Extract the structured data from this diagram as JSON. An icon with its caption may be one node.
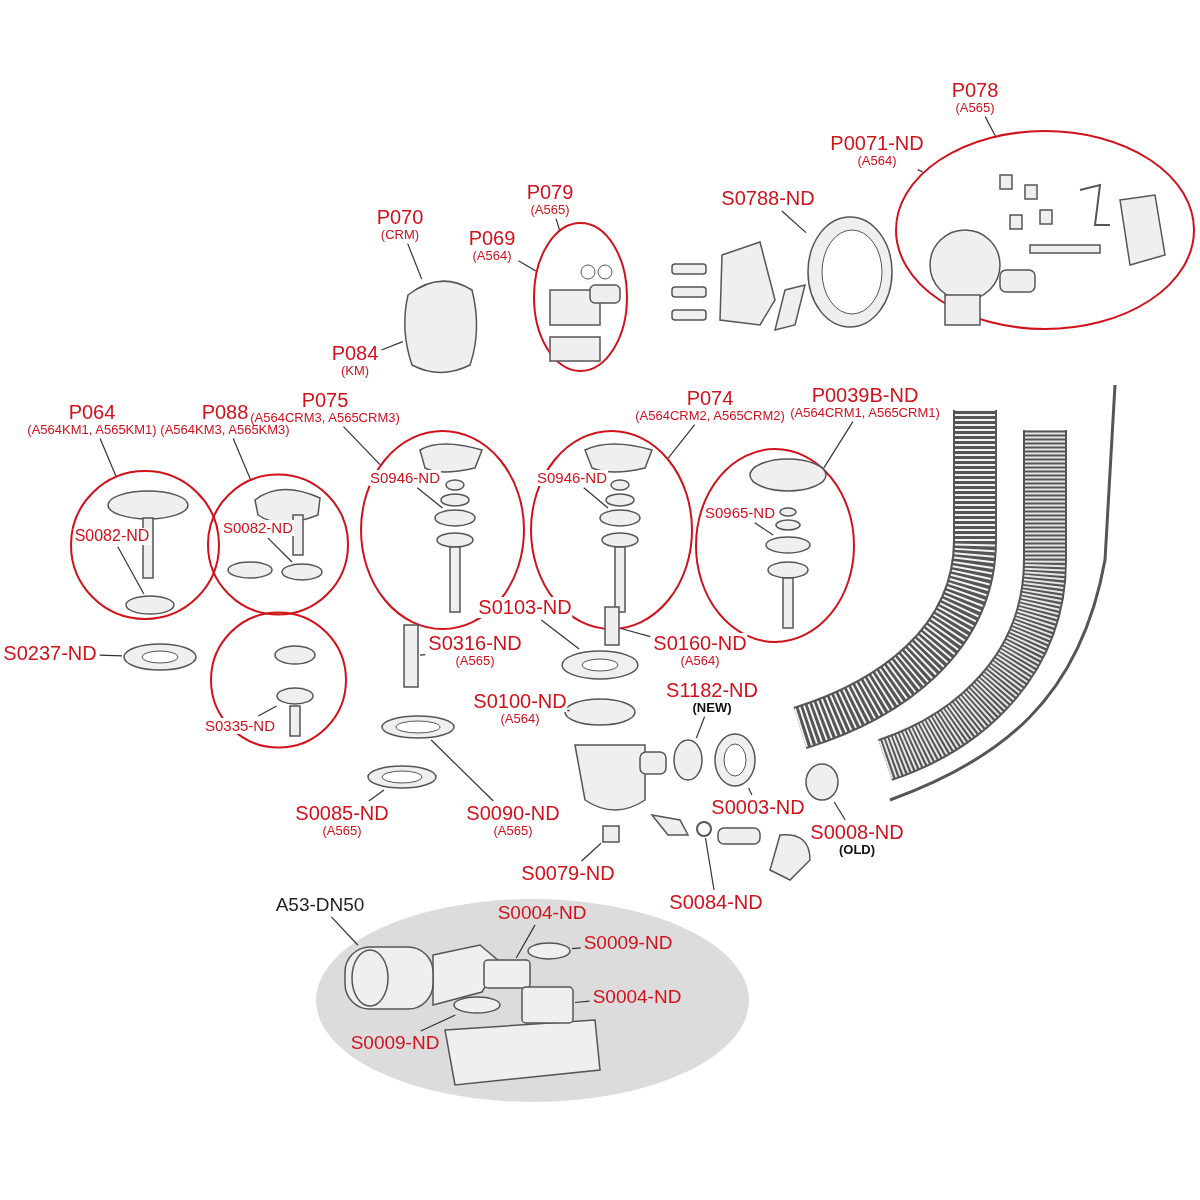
{
  "diagram": {
    "nodes": [
      {
        "text": [],
        "shape": "circle"
      },
      {
        "text": [],
        "shape": "circle"
      },
      {
        "text": [],
        "shape": "circle"
      },
      {
        "text": [],
        "shape": "ellipse"
      },
      {
        "text": [],
        "shape": "ellipse"
      },
      {
        "text": [],
        "shape": "ellipse"
      },
      {
        "text": [],
        "shape": "ellipse"
      },
      {
        "text": [],
        "shape": "ellipse"
      },
      {
        "text": [],
        "shape": "ellipse"
      },
      {
        "text": [
          "P078",
          "(A565)"
        ]
      },
      {
        "text": [
          "P0071-ND",
          "(A564)"
        ]
      },
      {
        "text": [
          "P079",
          "(A565)"
        ]
      },
      {
        "text": [
          "P070",
          "(CRM)"
        ]
      },
      {
        "text": [
          "S0788-ND"
        ]
      },
      {
        "text": [
          "P069",
          "(A564)"
        ]
      },
      {
        "text": [
          "P084",
          "(KM)"
        ]
      },
      {
        "text": [
          "P064",
          "(A564KM1, A565KM1)"
        ]
      },
      {
        "text": [
          "P088",
          "(A564KM3, A565KM3)"
        ]
      },
      {
        "text": [
          "P075",
          "(A564CRM3, A565CRM3)"
        ]
      },
      {
        "text": [
          "P074",
          "(A564CRM2, A565CRM2)"
        ]
      },
      {
        "text": [
          "P0039B-ND",
          "(A564CRM1, A565CRM1)"
        ]
      },
      {
        "text": [
          "S0946-ND"
        ],
        "in": 3
      },
      {
        "text": [
          "S0946-ND"
        ],
        "in": 6
      },
      {
        "text": [
          "S0082-ND"
        ],
        "in": 0
      },
      {
        "text": [
          "S0082-ND"
        ],
        "in": 1
      },
      {
        "text": [
          "S0965-ND"
        ],
        "in": 7
      },
      {
        "text": [
          "S0335-ND"
        ],
        "in": 2
      },
      {
        "text": [
          "S0103-ND"
        ]
      },
      {
        "text": [
          "S0237-ND"
        ]
      },
      {
        "text": [
          "S0316-ND",
          "(A565)"
        ]
      },
      {
        "text": [
          "S0160-ND",
          "(A564)"
        ]
      },
      {
        "text": [
          "S0100-ND",
          "(A564)"
        ]
      },
      {
        "text": [
          "S1182-ND",
          "(NEW)"
        ]
      },
      {
        "text": [
          "S0003-ND"
        ]
      },
      {
        "text": [
          "S0085-ND",
          "(A565)"
        ]
      },
      {
        "text": [
          "S0090-ND",
          "(A565)"
        ]
      },
      {
        "text": [
          "S0008-ND",
          "(OLD)"
        ]
      },
      {
        "text": [
          "S0079-ND"
        ]
      },
      {
        "text": [
          "S0084-ND"
        ]
      },
      {
        "text": [
          "A53-DN50"
        ]
      },
      {
        "text": [
          "S0004-ND"
        ],
        "in": 4
      },
      {
        "text": [
          "S0009-ND"
        ],
        "in": 4
      },
      {
        "text": [
          "S0004-ND"
        ],
        "in": 4
      },
      {
        "text": [
          "S0009-ND"
        ],
        "in": 4
      },
      {
        "text": [],
        "shape": "ring",
        "in": 0
      },
      {
        "text": [],
        "shape": "washer"
      },
      {
        "text": [],
        "shape": "ring",
        "in": 2
      },
      {
        "text": [],
        "shape": "ring",
        "in": 1
      },
      {
        "text": [],
        "shape": "pipe",
        "in": 4
      },
      {
        "text": [],
        "shape": "washer"
      },
      {
        "text": [],
        "shape": "screw"
      },
      {
        "text": [],
        "shape": "washer"
      },
      {
        "text": [],
        "shape": "cap"
      },
      {
        "text": [],
        "shape": "ring",
        "in": 3
      },
      {
        "text": [],
        "shape": "ring",
        "in": 4
      },
      {
        "text": [],
        "shape": "nut",
        "in": 4
      },
      {
        "text": [],
        "shape": "nut",
        "in": 4
      },
      {
        "text": [],
        "shape": "ring",
        "in": 4
      },
      {
        "text": [],
        "shape": "washer"
      },
      {
        "text": [],
        "shape": "ring"
      },
      {
        "text": [],
        "shape": "nut"
      },
      {
        "text": [],
        "shape": "screw"
      },
      {
        "text": [],
        "shape": "ring",
        "in": 6
      },
      {
        "text": [],
        "shape": "ring"
      },
      {
        "text": [],
        "shape": "ring"
      },
      {
        "text": [],
        "shape": "nut"
      },
      {
        "text": [],
        "shape": "ring",
        "in": 7
      },
      {
        "text": [],
        "shape": "ring"
      },
      {
        "text": [],
        "shape": "ring"
      }
    ],
    "edges": [
      {
        "from": 9,
        "to": 8,
        "arrow": "none"
      },
      {
        "from": 10,
        "to": 8,
        "arrow": "none"
      },
      {
        "from": 11,
        "to": 5,
        "arrow": "none"
      },
      {
        "from": 12,
        "to": 52,
        "arrow": "none"
      },
      {
        "from": 13,
        "to": 68,
        "arrow": "none"
      },
      {
        "from": 14,
        "to": 5,
        "arrow": "none"
      },
      {
        "from": 15,
        "to": 52,
        "arrow": "none"
      },
      {
        "from": 16,
        "to": 0,
        "arrow": "none"
      },
      {
        "from": 17,
        "to": 1,
        "arrow": "none"
      },
      {
        "from": 18,
        "to": 3,
        "arrow": "none"
      },
      {
        "from": 19,
        "to": 6,
        "arrow": "none"
      },
      {
        "from": 20,
        "to": 7,
        "arrow": "none"
      },
      {
        "from": 21,
        "to": 53,
        "arrow": "none"
      },
      {
        "from": 22,
        "to": 62,
        "arrow": "none"
      },
      {
        "from": 23,
        "to": 44,
        "arrow": "none"
      },
      {
        "from": 24,
        "to": 47,
        "arrow": "none"
      },
      {
        "from": 25,
        "to": 66,
        "arrow": "none"
      },
      {
        "from": 26,
        "to": 46,
        "arrow": "none"
      },
      {
        "from": 27,
        "to": 58,
        "arrow": "none"
      },
      {
        "from": 28,
        "to": 45,
        "arrow": "none"
      },
      {
        "from": 29,
        "to": 50,
        "arrow": "none"
      },
      {
        "from": 30,
        "to": 61,
        "arrow": "none"
      },
      {
        "from": 31,
        "to": 59,
        "arrow": "none"
      },
      {
        "from": 32,
        "to": 63,
        "arrow": "none"
      },
      {
        "from": 33,
        "to": 65,
        "arrow": "none"
      },
      {
        "from": 34,
        "to": 49,
        "arrow": "none"
      },
      {
        "from": 35,
        "to": 51,
        "arrow": "none"
      },
      {
        "from": 36,
        "to": 67,
        "arrow": "none"
      },
      {
        "from": 37,
        "to": 60,
        "arrow": "none"
      },
      {
        "from": 38,
        "to": 64,
        "arrow": "none"
      },
      {
        "from": 39,
        "to": 48,
        "arrow": "none"
      },
      {
        "from": 40,
        "to": 55,
        "arrow": "none"
      },
      {
        "from": 41,
        "to": 57,
        "arrow": "none"
      },
      {
        "from": 42,
        "to": 56,
        "arrow": "none"
      },
      {
        "from": 43,
        "to": 54,
        "arrow": "none"
      }
    ]
  }
}
